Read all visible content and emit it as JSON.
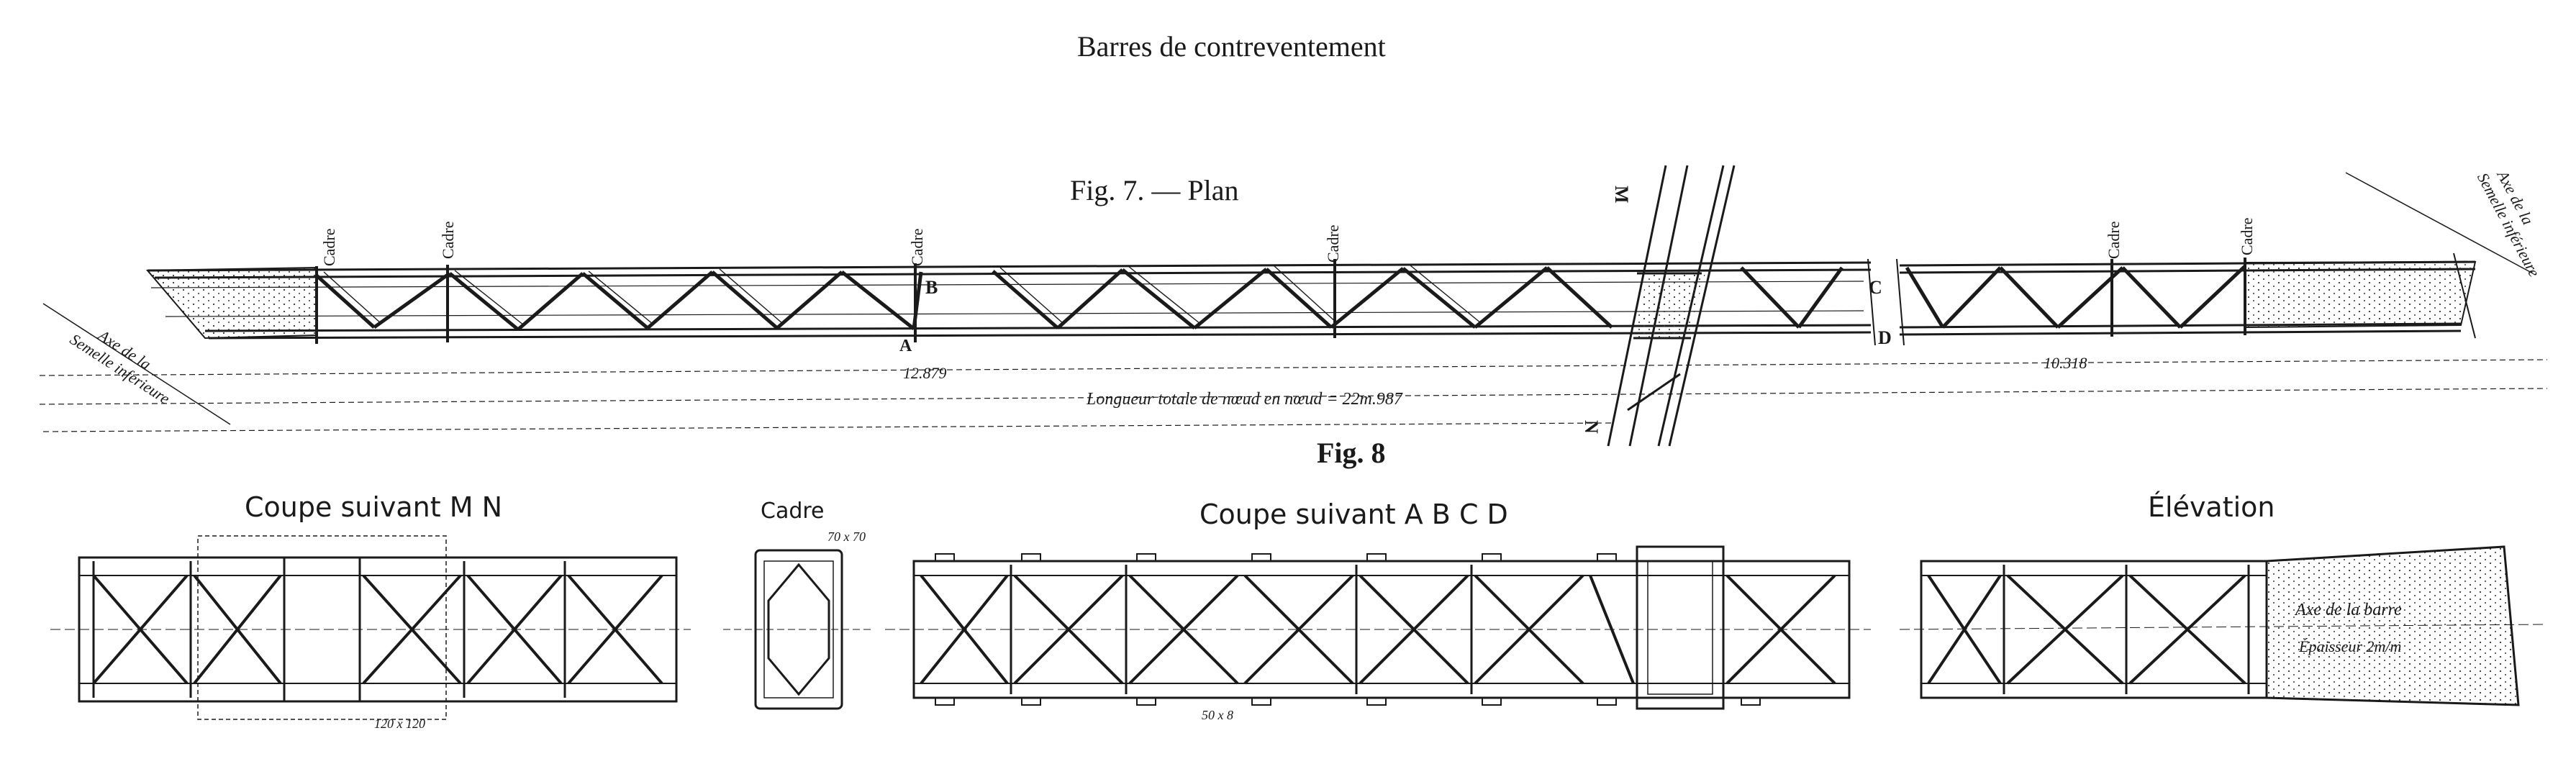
{
  "page_title": "Barres de contreventement",
  "fig7": {
    "title": "Fig. 7. — Plan",
    "labels": {
      "cadre": "Cadre",
      "axe_left": "Axe de la\nSemelle inférieure",
      "axe_right": "Axe de la\nSemelle inférieure",
      "B": "B",
      "A": "A",
      "C": "C",
      "D": "D",
      "M": "M",
      "N": "N"
    },
    "dimensions": {
      "left": "12.879",
      "right": "10.318",
      "total": "Longueur totale de nœud en nœud = 22m.987"
    }
  },
  "fig8": {
    "title": "Fig. 8",
    "sections": {
      "mn": "Coupe suivant M N",
      "cadre": "Cadre",
      "abcd": "Coupe suivant A B C D",
      "elevation": "Élévation"
    },
    "annotations": {
      "axe_barre": "Axe de la barre",
      "epaisseur": "Épaisseur 2m/m",
      "profile_a": "70 x 70",
      "profile_b": "120 x 120",
      "profile_c": "50 x 8"
    }
  },
  "colors": {
    "ink": "#1a1a1a",
    "paper": "#ffffff"
  }
}
